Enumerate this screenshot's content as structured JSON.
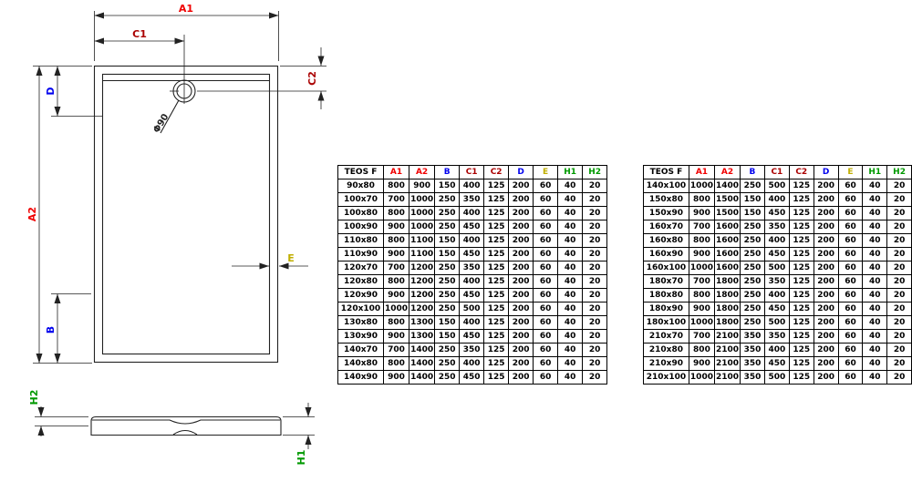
{
  "drawing": {
    "labels": {
      "a1": "A1",
      "c1": "C1",
      "c2": "C2",
      "d": "D",
      "a2": "A2",
      "b": "B",
      "e": "E",
      "h1": "H1",
      "h2": "H2",
      "drain": "Φ90"
    }
  },
  "colors": {
    "red": "#f00000",
    "dark_red": "#aa0000",
    "blue": "#0000ee",
    "yellow": "#c0ae00",
    "green": "#009900",
    "line": "#222222"
  },
  "header_colors": [
    "#000000",
    "#f00000",
    "#f00000",
    "#0000ee",
    "#aa0000",
    "#aa0000",
    "#0000ee",
    "#c0ae00",
    "#009900",
    "#009900"
  ],
  "tables": [
    {
      "headers": [
        "TEOS F",
        "A1",
        "A2",
        "B",
        "C1",
        "C2",
        "D",
        "E",
        "H1",
        "H2"
      ],
      "rows": [
        [
          "90x80",
          "800",
          "900",
          "150",
          "400",
          "125",
          "200",
          "60",
          "40",
          "20"
        ],
        [
          "100x70",
          "700",
          "1000",
          "250",
          "350",
          "125",
          "200",
          "60",
          "40",
          "20"
        ],
        [
          "100x80",
          "800",
          "1000",
          "250",
          "400",
          "125",
          "200",
          "60",
          "40",
          "20"
        ],
        [
          "100x90",
          "900",
          "1000",
          "250",
          "450",
          "125",
          "200",
          "60",
          "40",
          "20"
        ],
        [
          "110x80",
          "800",
          "1100",
          "150",
          "400",
          "125",
          "200",
          "60",
          "40",
          "20"
        ],
        [
          "110x90",
          "900",
          "1100",
          "150",
          "450",
          "125",
          "200",
          "60",
          "40",
          "20"
        ],
        [
          "120x70",
          "700",
          "1200",
          "250",
          "350",
          "125",
          "200",
          "60",
          "40",
          "20"
        ],
        [
          "120x80",
          "800",
          "1200",
          "250",
          "400",
          "125",
          "200",
          "60",
          "40",
          "20"
        ],
        [
          "120x90",
          "900",
          "1200",
          "250",
          "450",
          "125",
          "200",
          "60",
          "40",
          "20"
        ],
        [
          "120x100",
          "1000",
          "1200",
          "250",
          "500",
          "125",
          "200",
          "60",
          "40",
          "20"
        ],
        [
          "130x80",
          "800",
          "1300",
          "150",
          "400",
          "125",
          "200",
          "60",
          "40",
          "20"
        ],
        [
          "130x90",
          "900",
          "1300",
          "150",
          "450",
          "125",
          "200",
          "60",
          "40",
          "20"
        ],
        [
          "140x70",
          "700",
          "1400",
          "250",
          "350",
          "125",
          "200",
          "60",
          "40",
          "20"
        ],
        [
          "140x80",
          "800",
          "1400",
          "250",
          "400",
          "125",
          "200",
          "60",
          "40",
          "20"
        ],
        [
          "140x90",
          "900",
          "1400",
          "250",
          "450",
          "125",
          "200",
          "60",
          "40",
          "20"
        ]
      ]
    },
    {
      "headers": [
        "TEOS F",
        "A1",
        "A2",
        "B",
        "C1",
        "C2",
        "D",
        "E",
        "H1",
        "H2"
      ],
      "rows": [
        [
          "140x100",
          "1000",
          "1400",
          "250",
          "500",
          "125",
          "200",
          "60",
          "40",
          "20"
        ],
        [
          "150x80",
          "800",
          "1500",
          "150",
          "400",
          "125",
          "200",
          "60",
          "40",
          "20"
        ],
        [
          "150x90",
          "900",
          "1500",
          "150",
          "450",
          "125",
          "200",
          "60",
          "40",
          "20"
        ],
        [
          "160x70",
          "700",
          "1600",
          "250",
          "350",
          "125",
          "200",
          "60",
          "40",
          "20"
        ],
        [
          "160x80",
          "800",
          "1600",
          "250",
          "400",
          "125",
          "200",
          "60",
          "40",
          "20"
        ],
        [
          "160x90",
          "900",
          "1600",
          "250",
          "450",
          "125",
          "200",
          "60",
          "40",
          "20"
        ],
        [
          "160x100",
          "1000",
          "1600",
          "250",
          "500",
          "125",
          "200",
          "60",
          "40",
          "20"
        ],
        [
          "180x70",
          "700",
          "1800",
          "250",
          "350",
          "125",
          "200",
          "60",
          "40",
          "20"
        ],
        [
          "180x80",
          "800",
          "1800",
          "250",
          "400",
          "125",
          "200",
          "60",
          "40",
          "20"
        ],
        [
          "180x90",
          "900",
          "1800",
          "250",
          "450",
          "125",
          "200",
          "60",
          "40",
          "20"
        ],
        [
          "180x100",
          "1000",
          "1800",
          "250",
          "500",
          "125",
          "200",
          "60",
          "40",
          "20"
        ],
        [
          "210x70",
          "700",
          "2100",
          "350",
          "350",
          "125",
          "200",
          "60",
          "40",
          "20"
        ],
        [
          "210x80",
          "800",
          "2100",
          "350",
          "400",
          "125",
          "200",
          "60",
          "40",
          "20"
        ],
        [
          "210x90",
          "900",
          "2100",
          "350",
          "450",
          "125",
          "200",
          "60",
          "40",
          "20"
        ],
        [
          "210x100",
          "1000",
          "2100",
          "350",
          "500",
          "125",
          "200",
          "60",
          "40",
          "20"
        ]
      ]
    }
  ]
}
